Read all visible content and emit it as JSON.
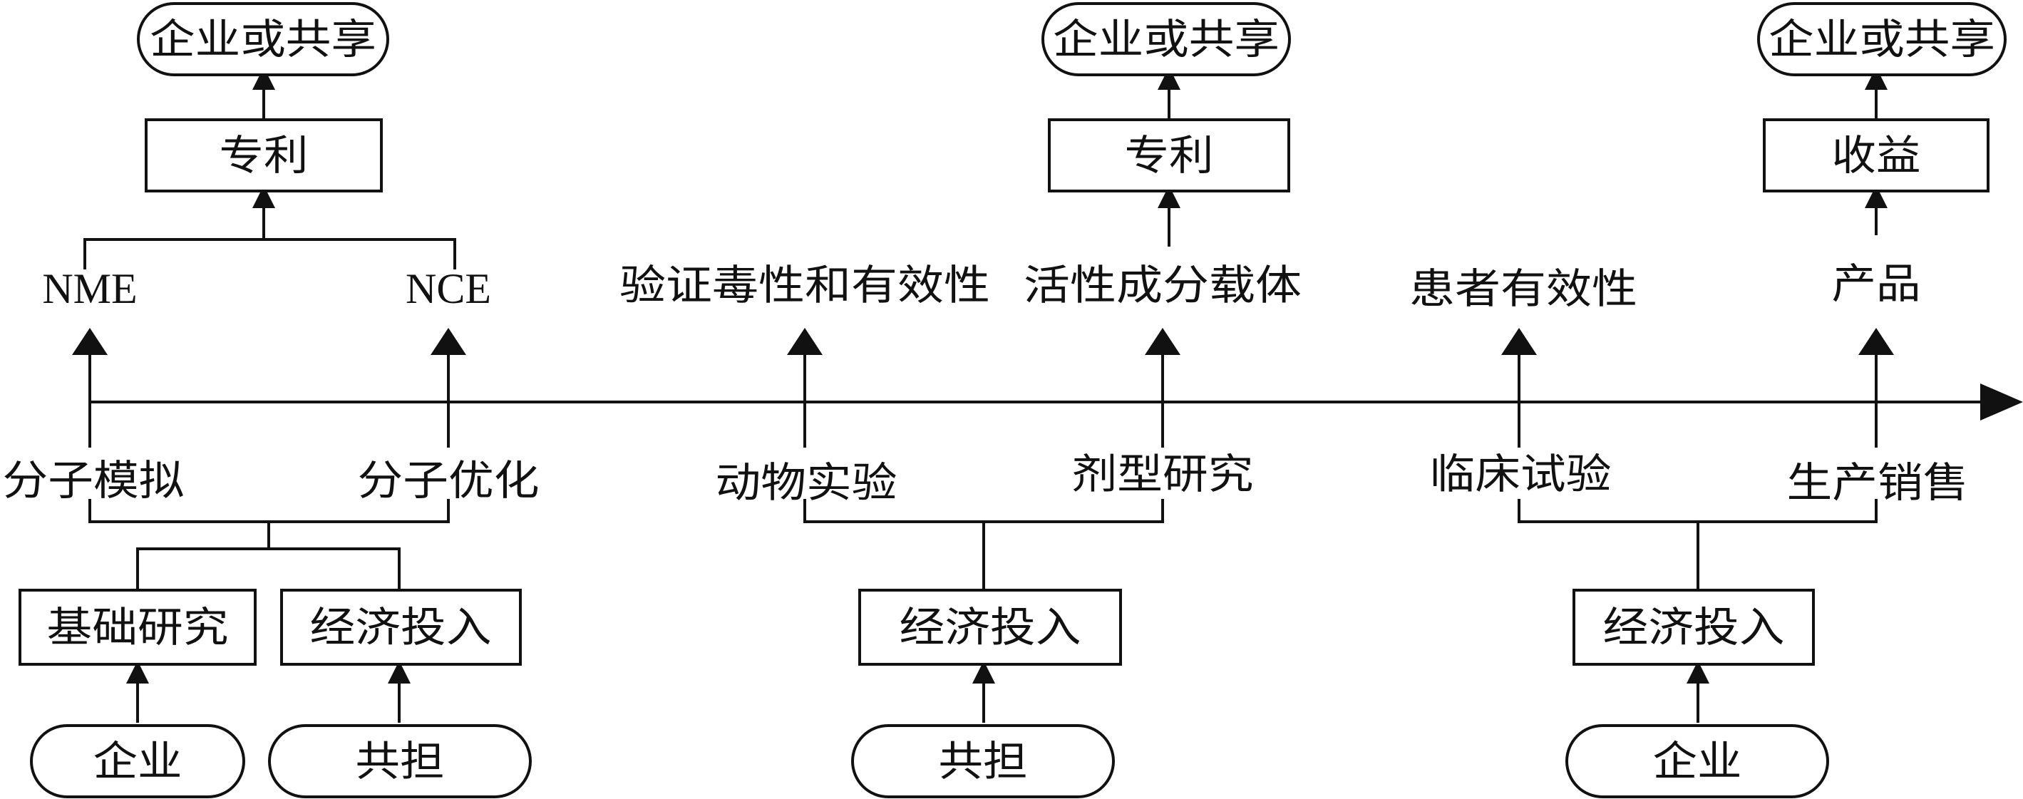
{
  "timeline": {
    "stages": [
      {
        "stage": "分子模拟",
        "output": "NME"
      },
      {
        "stage": "分子优化",
        "output": "NCE"
      },
      {
        "stage": "动物实验",
        "output": "验证毒性和有效性"
      },
      {
        "stage": "剂型研究",
        "output": "活性成分载体"
      },
      {
        "stage": "临床试验",
        "output": "患者有效性"
      },
      {
        "stage": "生产销售",
        "output": "产品"
      }
    ]
  },
  "top": {
    "group1": {
      "result": "专利",
      "owner": "企业或共享"
    },
    "group2": {
      "result": "专利",
      "owner": "企业或共享"
    },
    "group3": {
      "result": "收益",
      "owner": "企业或共享"
    }
  },
  "bottom": {
    "group1": {
      "left_box": "基础研究",
      "right_box": "经济投入",
      "left_source": "企业",
      "right_source": "共担"
    },
    "group2": {
      "box": "经济投入",
      "source": "共担"
    },
    "group3": {
      "box": "经济投入",
      "source": "企业"
    }
  }
}
